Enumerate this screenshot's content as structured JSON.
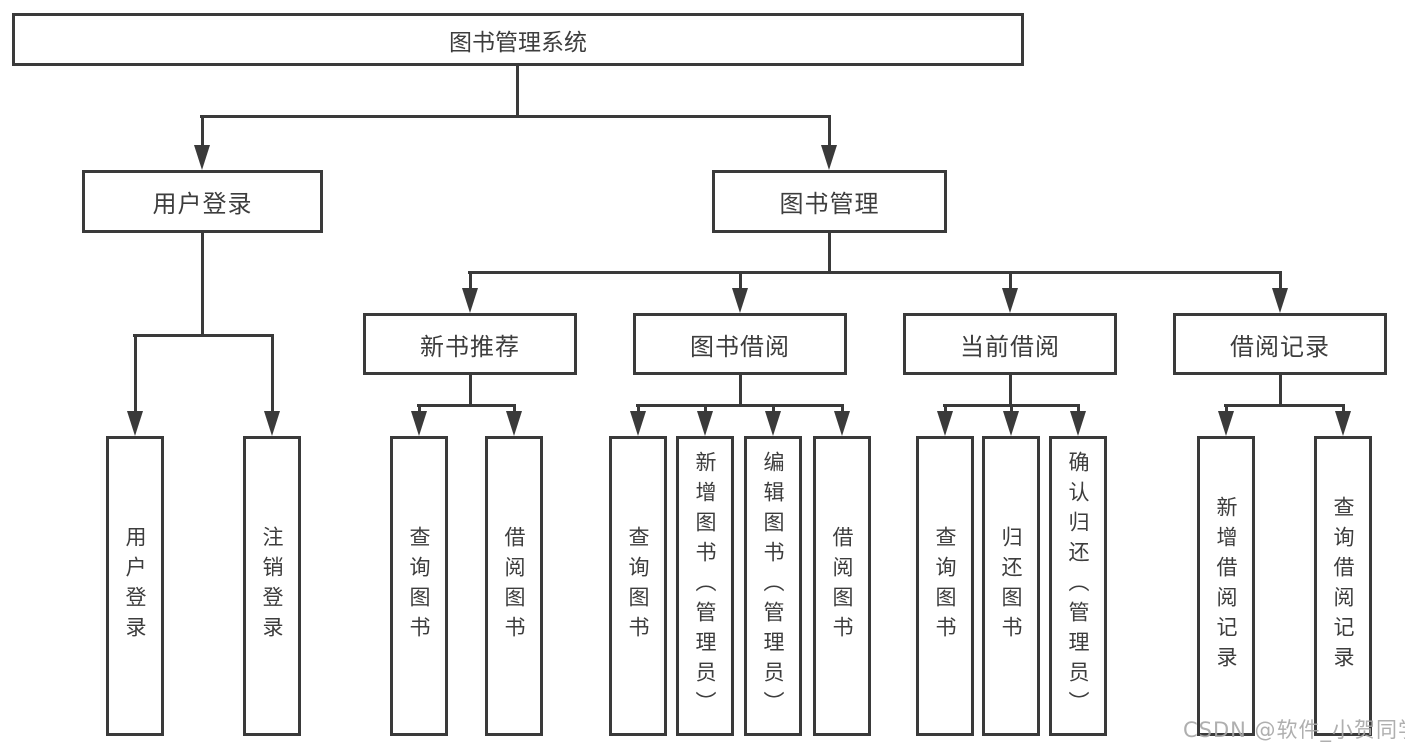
{
  "diagram": {
    "title": "图书管理系统",
    "root": {
      "label": "图书管理系统"
    },
    "level1": [
      {
        "label": "用户登录"
      },
      {
        "label": "图书管理"
      }
    ],
    "level2": [
      {
        "label": "新书推荐"
      },
      {
        "label": "图书借阅"
      },
      {
        "label": "当前借阅"
      },
      {
        "label": "借阅记录"
      }
    ],
    "leaves": [
      {
        "label": "用户登录"
      },
      {
        "label": "注销登录"
      },
      {
        "label": "查询图书"
      },
      {
        "label": "借阅图书"
      },
      {
        "label": "查询图书"
      },
      {
        "label": "新增图书（管理员）"
      },
      {
        "label": "编辑图书（管理员）"
      },
      {
        "label": "借阅图书"
      },
      {
        "label": "查询图书"
      },
      {
        "label": "归还图书"
      },
      {
        "label": "确认归还（管理员）"
      },
      {
        "label": "新增借阅记录"
      },
      {
        "label": "查询借阅记录"
      }
    ]
  },
  "watermark": "CSDN @软件_小贺同学",
  "colors": {
    "line": "#3a3a3a",
    "text": "#3d3d3d",
    "watermark": "#a8a8a8",
    "background": "#ffffff"
  }
}
